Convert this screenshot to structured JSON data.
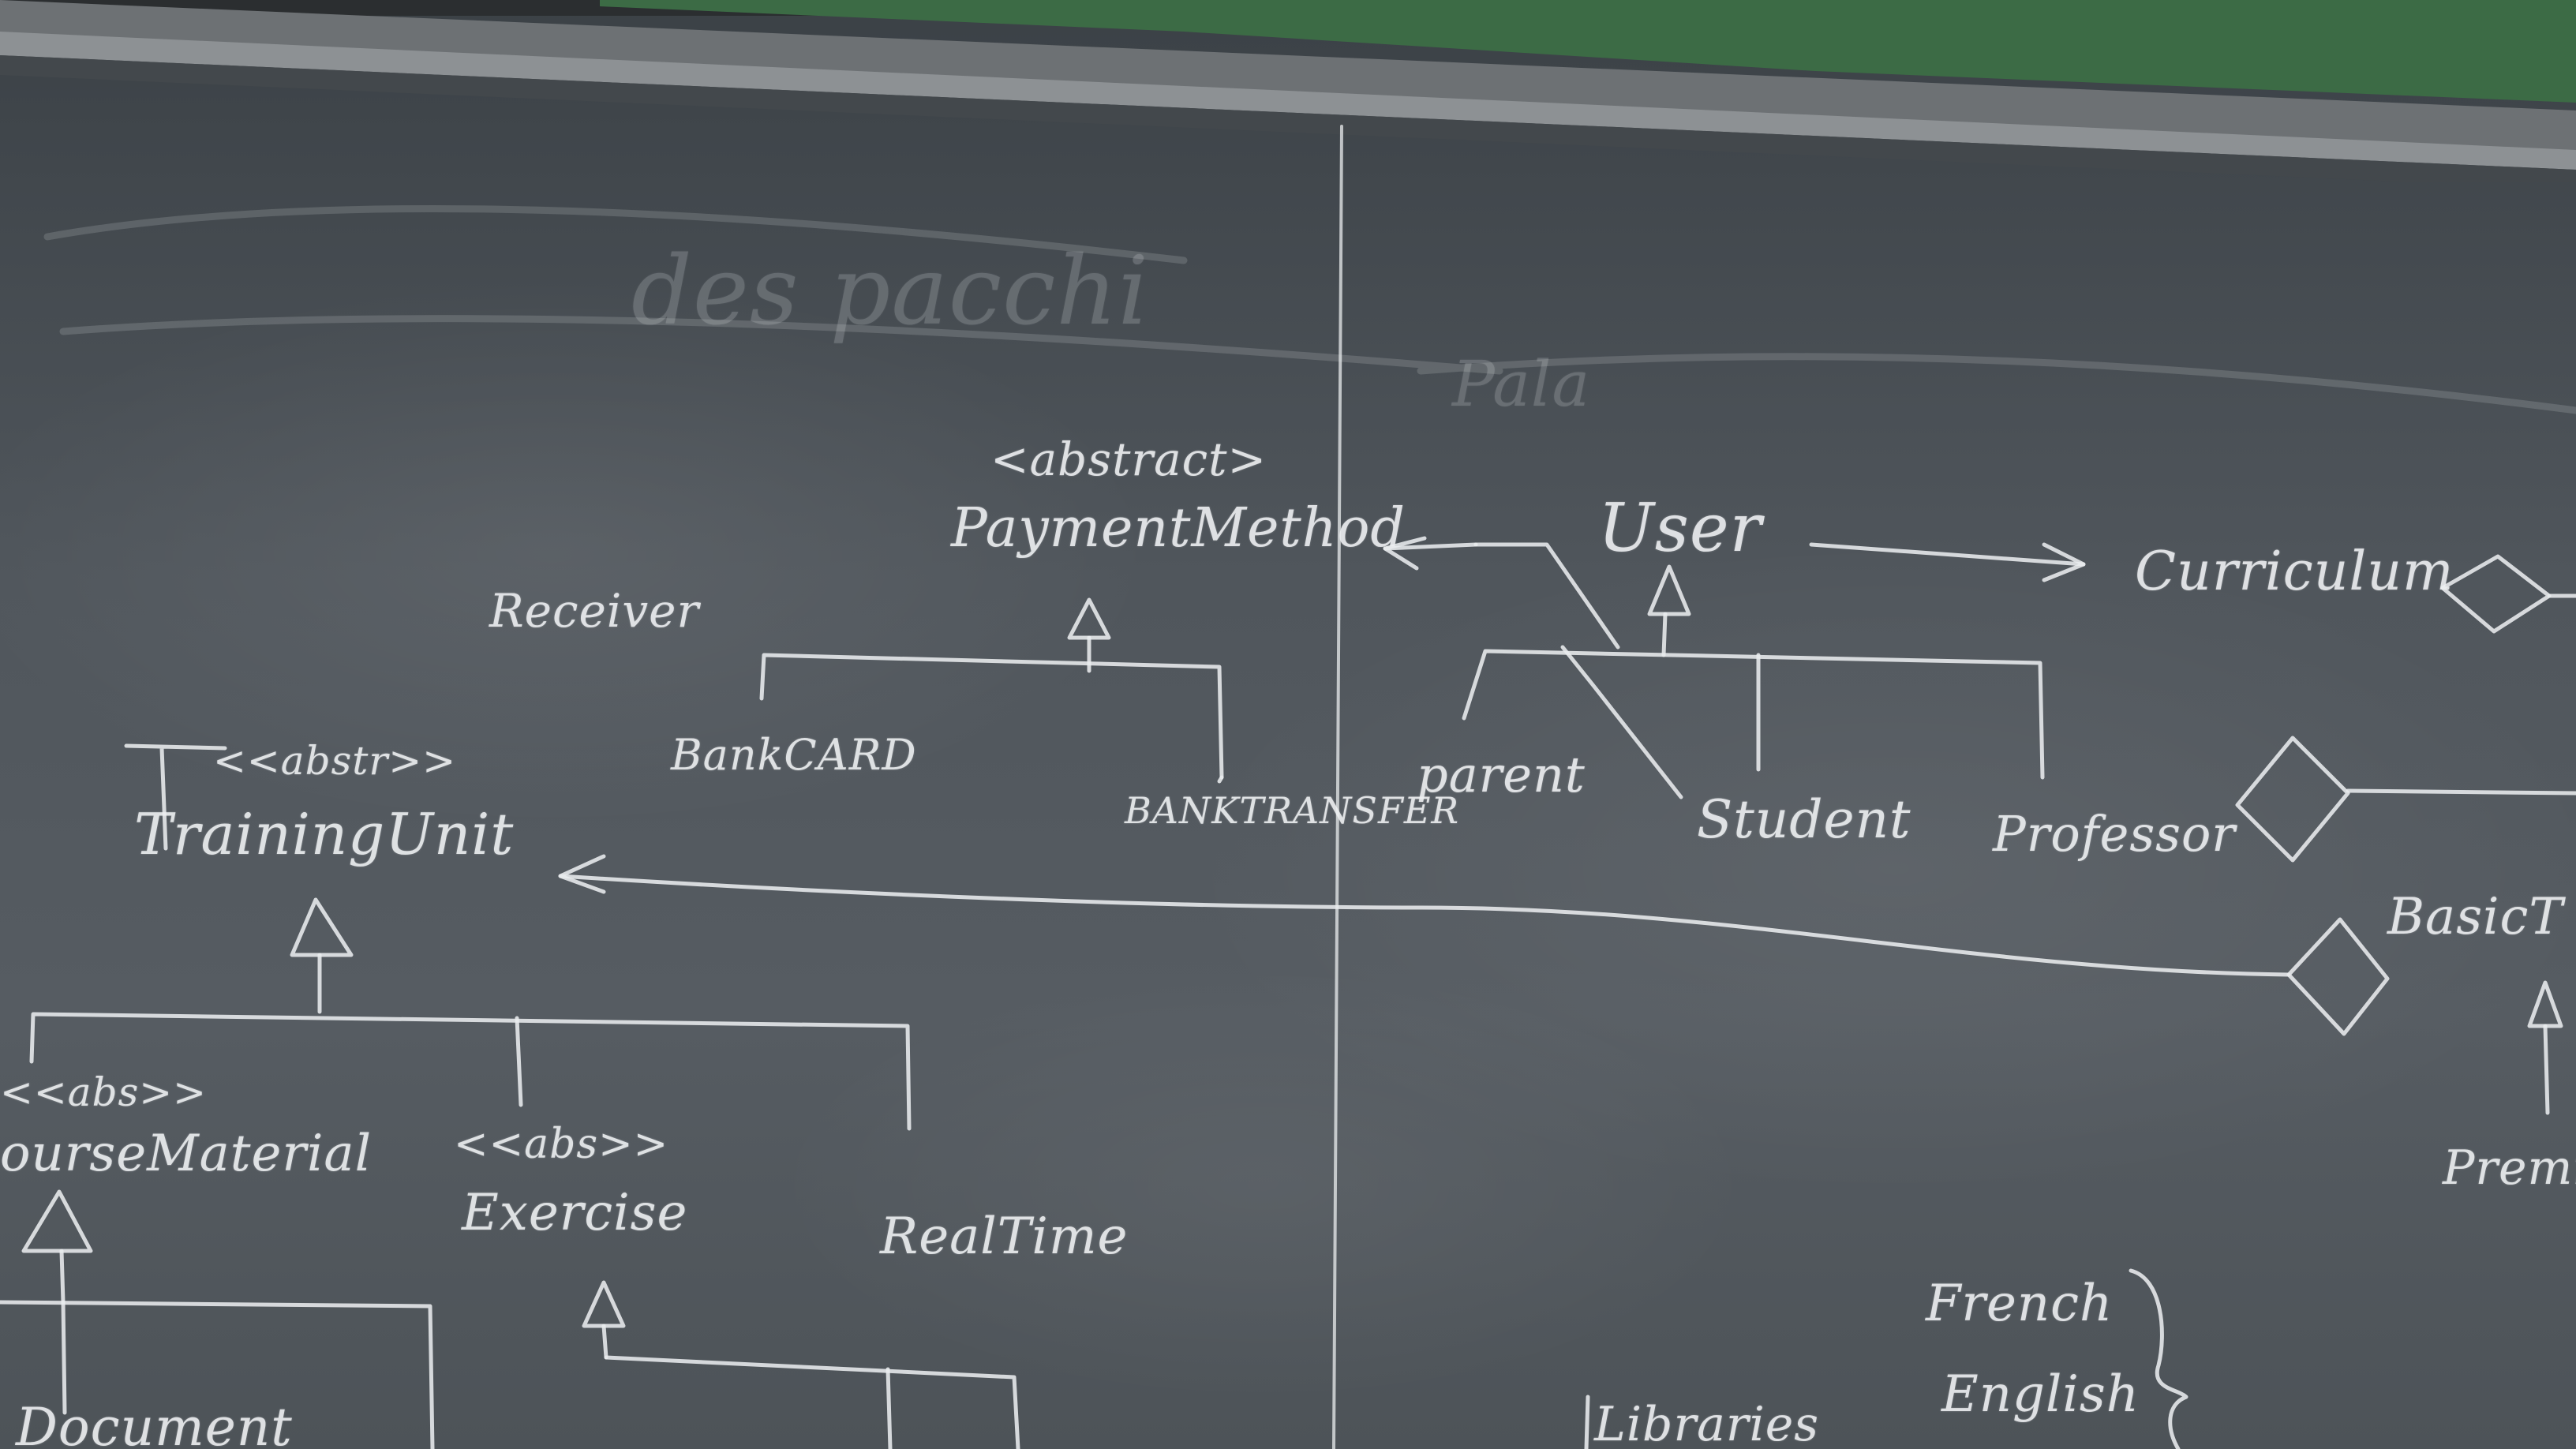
{
  "board": {
    "faint_top_left": "des pacchi",
    "faint_top_right": "Pala"
  },
  "classes": {
    "payment_stereotype": "<abstract>",
    "payment_method": "PaymentMethod",
    "receiver": "Receiver",
    "bank_card": "BankCARD",
    "bank_transfer": "BANKTRANSFER",
    "user": "User",
    "curriculum": "Curriculum",
    "parent": "parent",
    "student": "Student",
    "professor": "Professor",
    "training_stereotype": "<<abstr>>",
    "training_unit": "TrainingUnit",
    "course_stereotype": "<<abs>>",
    "course_material": "ourseMaterial",
    "exercise_stereotype": "<<abs>>",
    "exercise": "Exercise",
    "real_time": "RealTime",
    "basic": "BasicT",
    "premium": "Premi",
    "document": "Document",
    "french": "French",
    "english": "English",
    "library": "Libraries"
  },
  "colors": {
    "board": "#50565c",
    "chalk": "#e9ecee",
    "frame": "#2b2e30"
  }
}
